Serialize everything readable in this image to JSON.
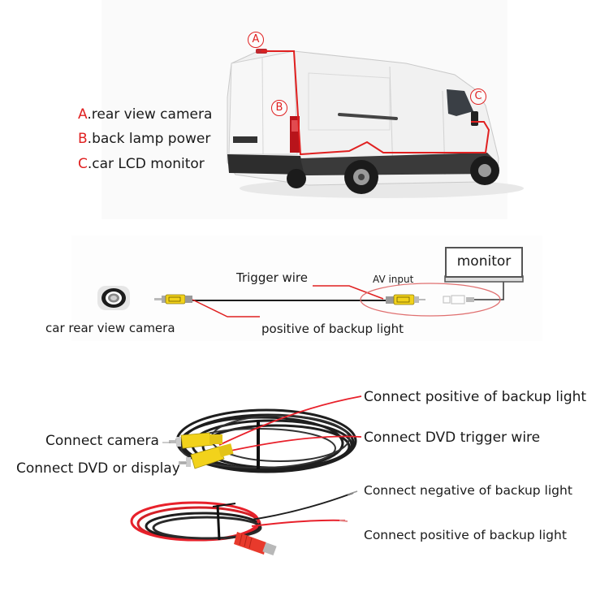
{
  "legend": {
    "items": [
      {
        "letter": "A",
        "text": ".rear view camera"
      },
      {
        "letter": "B",
        "text": ".back lamp power"
      },
      {
        "letter": "C",
        "text": ".car LCD monitor"
      }
    ]
  },
  "van_markers": {
    "a": "A",
    "b": "B",
    "c": "C"
  },
  "wiring_diagram": {
    "camera_label": "car rear view camera",
    "trigger_wire_label": "Trigger wire",
    "av_input_label": "AV input",
    "monitor_label": "monitor",
    "backup_light_label": "positive of backup light"
  },
  "cable_photo": {
    "left_labels": [
      "Connect camera",
      "Connect DVD or display"
    ],
    "right_labels": [
      "Connect positive of backup light",
      "Connect DVD trigger wire"
    ]
  },
  "power_cable_photo": {
    "labels": [
      "Connect negative of backup light",
      "Connect positive of backup light"
    ]
  },
  "colors": {
    "accent_red": "#e02020",
    "rca_yellow": "#f2d21b",
    "cable_black": "#1c1c1c",
    "wire_red": "#e8212b"
  }
}
